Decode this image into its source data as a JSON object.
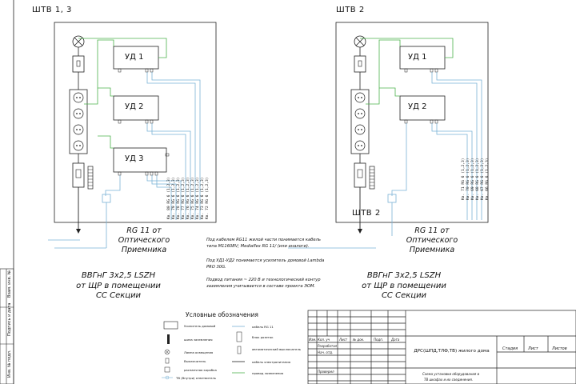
{
  "colors": {
    "line": "#222222",
    "green": "#4cb34c",
    "blue": "#7ab3d6"
  },
  "cabinet1": {
    "title": "ШТВ 1, 3",
    "amps": [
      "УД 1",
      "УД 2",
      "УД 3"
    ],
    "outputs": [
      "Кв. 80 RG 6 (1,2,3)",
      "Кв. 79 RG 6 (1,2,3)",
      "Кв. 78 RG 6 (1,2,3)",
      "Кв. 77 RG 6 (1,2,3)",
      "Кв. 76 RG 6 (1,2,3)",
      "Кв. 75 RG 6 (1,2,3)",
      "Кв. 74 RG 6 (1,2,3)",
      "Кв. 73 RG 6 (1,2,3)",
      "Кв. 72 RG 6 (1,2,3)"
    ],
    "rg_cable": [
      "RG 11 от",
      "Оптического",
      "Приемника"
    ],
    "power_cable": [
      "ВВГнГ 3х2,5 LSZH",
      "от ЩР в помещении",
      "СС  Секции"
    ]
  },
  "cabinet2": {
    "title": "ШТВ 2",
    "amps": [
      "УД 1",
      "УД 2"
    ],
    "outputs": [
      "Кв. 71 RG 6 (1,2,3)",
      "Кв. 70 RG 6 (1,2,3)",
      "Кв. 69 RG 6 (1,2,3)",
      "Кв. 68 RG 6 (1,2,3)",
      "Кв. 67 RG 6 (1,2,3)",
      "Кв. 66 RG 6 (1,2,3)"
    ],
    "rg_cable": [
      "RG 11 от",
      "Оптического",
      "Приемника"
    ],
    "power_cable": [
      "ВВГнГ 3х2,5 LSZH",
      "от ЩР в помещении",
      "СС  Секции"
    ]
  },
  "notes": [
    "Под кабелем RG11 жилой части понимается кабель",
    "типа    М1160BV; Mediaflex RG 11/ (или аналоги).",
    "Под УД1-УД2 понимается усилитель домовой Lambda",
    "PRO 30G.",
    "Подвод питания ~ 220 В и технологический контур",
    "заземления учитывается в составе проекта ЭОМ."
  ],
  "legend": {
    "title": "Условные обозначения",
    "items_left": [
      "Усилитель домовой",
      "шина заземления",
      "Лампа освещения",
      "Выключатель",
      "распаечная коробка",
      "ТВ (Внутри) ответвитель"
    ],
    "items_right": [
      "кабель RG 11",
      "блок розеток",
      "автоматический выключатель",
      "кабель электропитания",
      "провод заземления"
    ]
  },
  "side_stamp": [
    "Инв. № подл.",
    "Подпись и дата",
    "Взам. инв. №"
  ],
  "title_block": {
    "headers": [
      "Изм.",
      "Кол. уч",
      "Лист",
      "№ док.",
      "Подп.",
      "Дата"
    ],
    "roles": [
      "Разработал",
      "Нач. отд.",
      "Проверил"
    ],
    "doc_title": "ДРС(ШПД,ТЛФ,ТВ) жилого дома",
    "stage_headers": [
      "Стадия",
      "Лист",
      "Листов"
    ],
    "sheet_title": [
      "Схема установки оборудования в",
      "ТВ шкафах и  их соединения."
    ]
  }
}
